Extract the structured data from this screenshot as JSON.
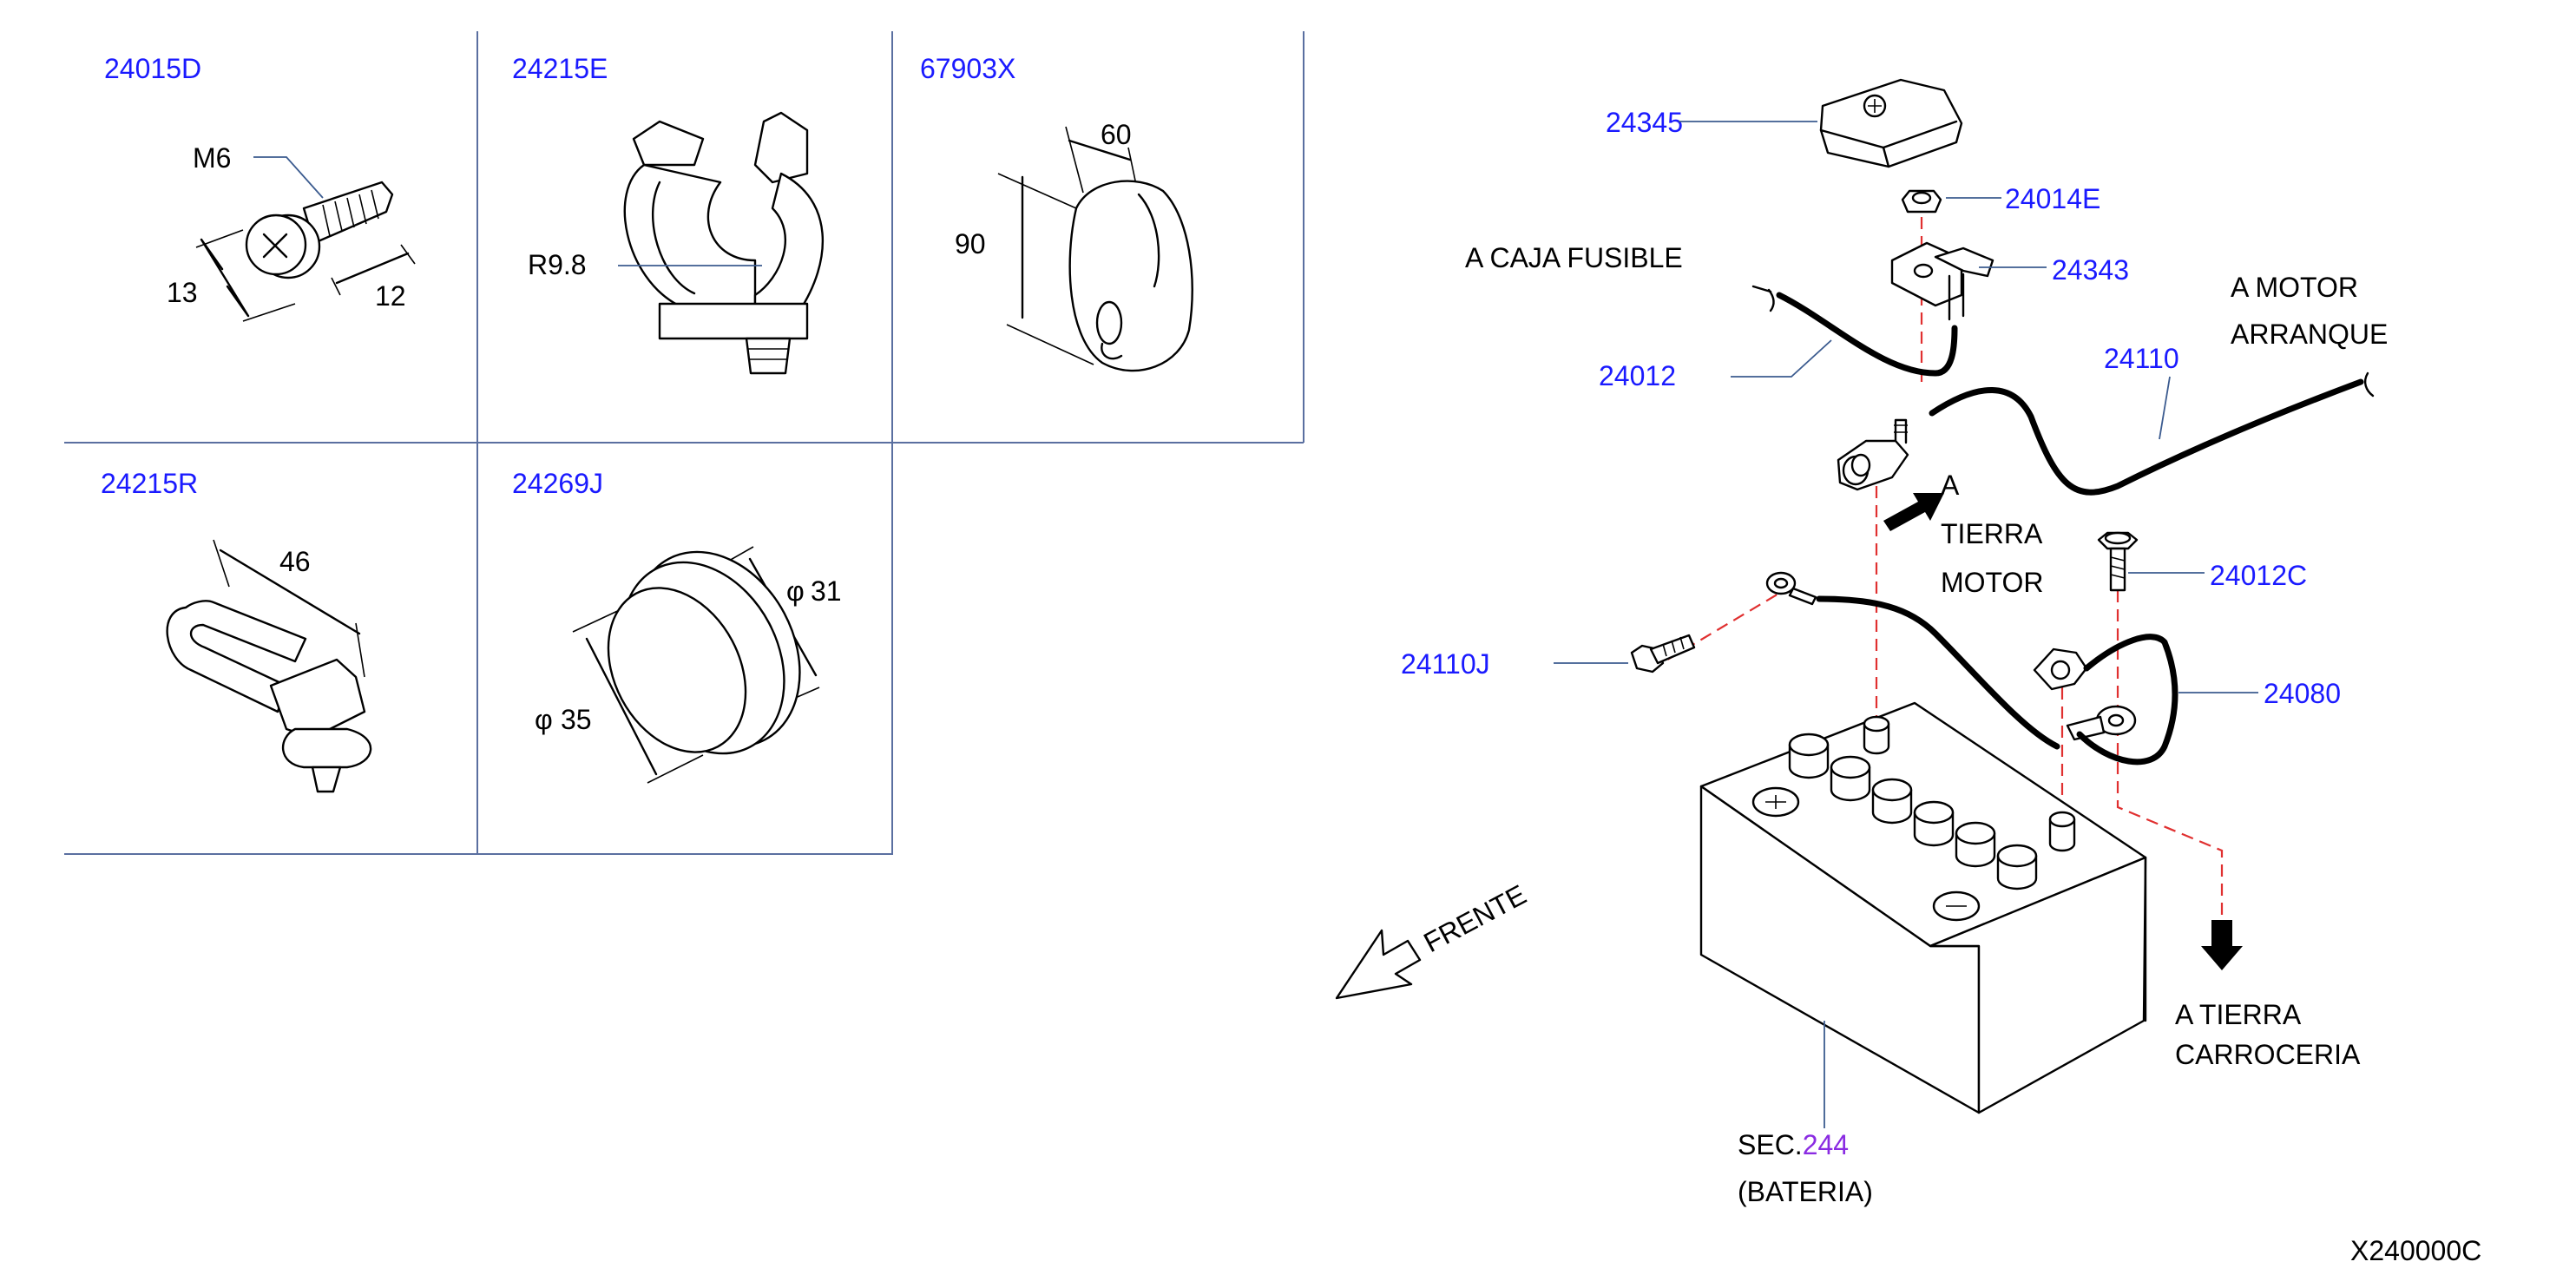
{
  "cells": {
    "c1": {
      "part": "24015D",
      "m6": "M6",
      "d13": "13",
      "d12": "12"
    },
    "c2": {
      "part": "24215E",
      "r": "R9.8"
    },
    "c3": {
      "part": "67903X",
      "d60": "60",
      "d90": "90"
    },
    "c4": {
      "part": "24215R",
      "d46": "46"
    },
    "c5": {
      "part": "24269J",
      "d31": "31",
      "d35": "35",
      "phi": "φ"
    }
  },
  "main": {
    "p24345": "24345",
    "p24014E": "24014E",
    "p24343": "24343",
    "p24012": "24012",
    "p24110": "24110",
    "p24012C": "24012C",
    "p24110J": "24110J",
    "p24080": "24080",
    "caja": "A  CAJA  FUSIBLE",
    "motor1": "A  MOTOR",
    "motor2": "ARRANQUE",
    "tierra_a": "A",
    "tierra_b": "TIERRA",
    "tierra_c": "MOTOR",
    "carroc1": "A  TIERRA",
    "carroc2": "CARROCERIA",
    "frente": "FRENTE",
    "sec": "SEC.",
    "sec_num": "244",
    "bateria": "(BATERIA)",
    "code": "X240000C"
  },
  "colors": {
    "part_label": "#1a1aff",
    "grid": "#5a6fa0",
    "dash": "#e03030",
    "sec_ref": "#8a2be2"
  }
}
